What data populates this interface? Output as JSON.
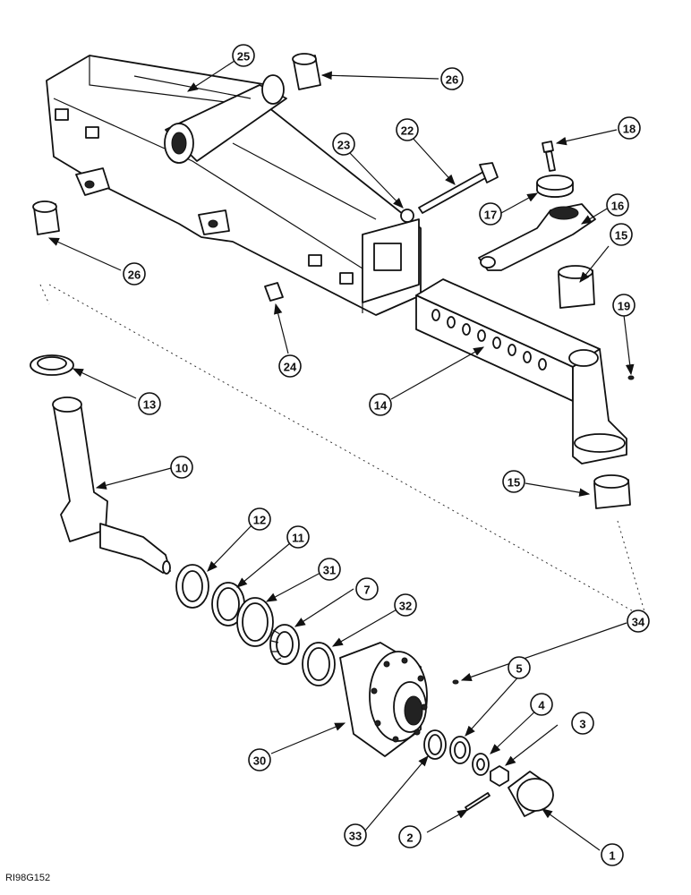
{
  "drawing_code": "RI98G152",
  "callouts": [
    {
      "id": "1",
      "label": "1"
    },
    {
      "id": "2",
      "label": "2"
    },
    {
      "id": "3",
      "label": "3"
    },
    {
      "id": "4",
      "label": "4"
    },
    {
      "id": "5",
      "label": "5"
    },
    {
      "id": "7",
      "label": "7"
    },
    {
      "id": "10",
      "label": "10"
    },
    {
      "id": "11",
      "label": "11"
    },
    {
      "id": "12",
      "label": "12"
    },
    {
      "id": "13",
      "label": "13"
    },
    {
      "id": "14",
      "label": "14"
    },
    {
      "id": "15a",
      "label": "15"
    },
    {
      "id": "15b",
      "label": "15"
    },
    {
      "id": "16",
      "label": "16"
    },
    {
      "id": "17",
      "label": "17"
    },
    {
      "id": "18",
      "label": "18"
    },
    {
      "id": "19",
      "label": "19"
    },
    {
      "id": "22",
      "label": "22"
    },
    {
      "id": "23",
      "label": "23"
    },
    {
      "id": "24",
      "label": "24"
    },
    {
      "id": "25",
      "label": "25"
    },
    {
      "id": "26a",
      "label": "26"
    },
    {
      "id": "26b",
      "label": "26"
    },
    {
      "id": "30",
      "label": "30"
    },
    {
      "id": "31",
      "label": "31"
    },
    {
      "id": "32",
      "label": "32"
    },
    {
      "id": "33",
      "label": "33"
    },
    {
      "id": "34",
      "label": "34"
    }
  ]
}
